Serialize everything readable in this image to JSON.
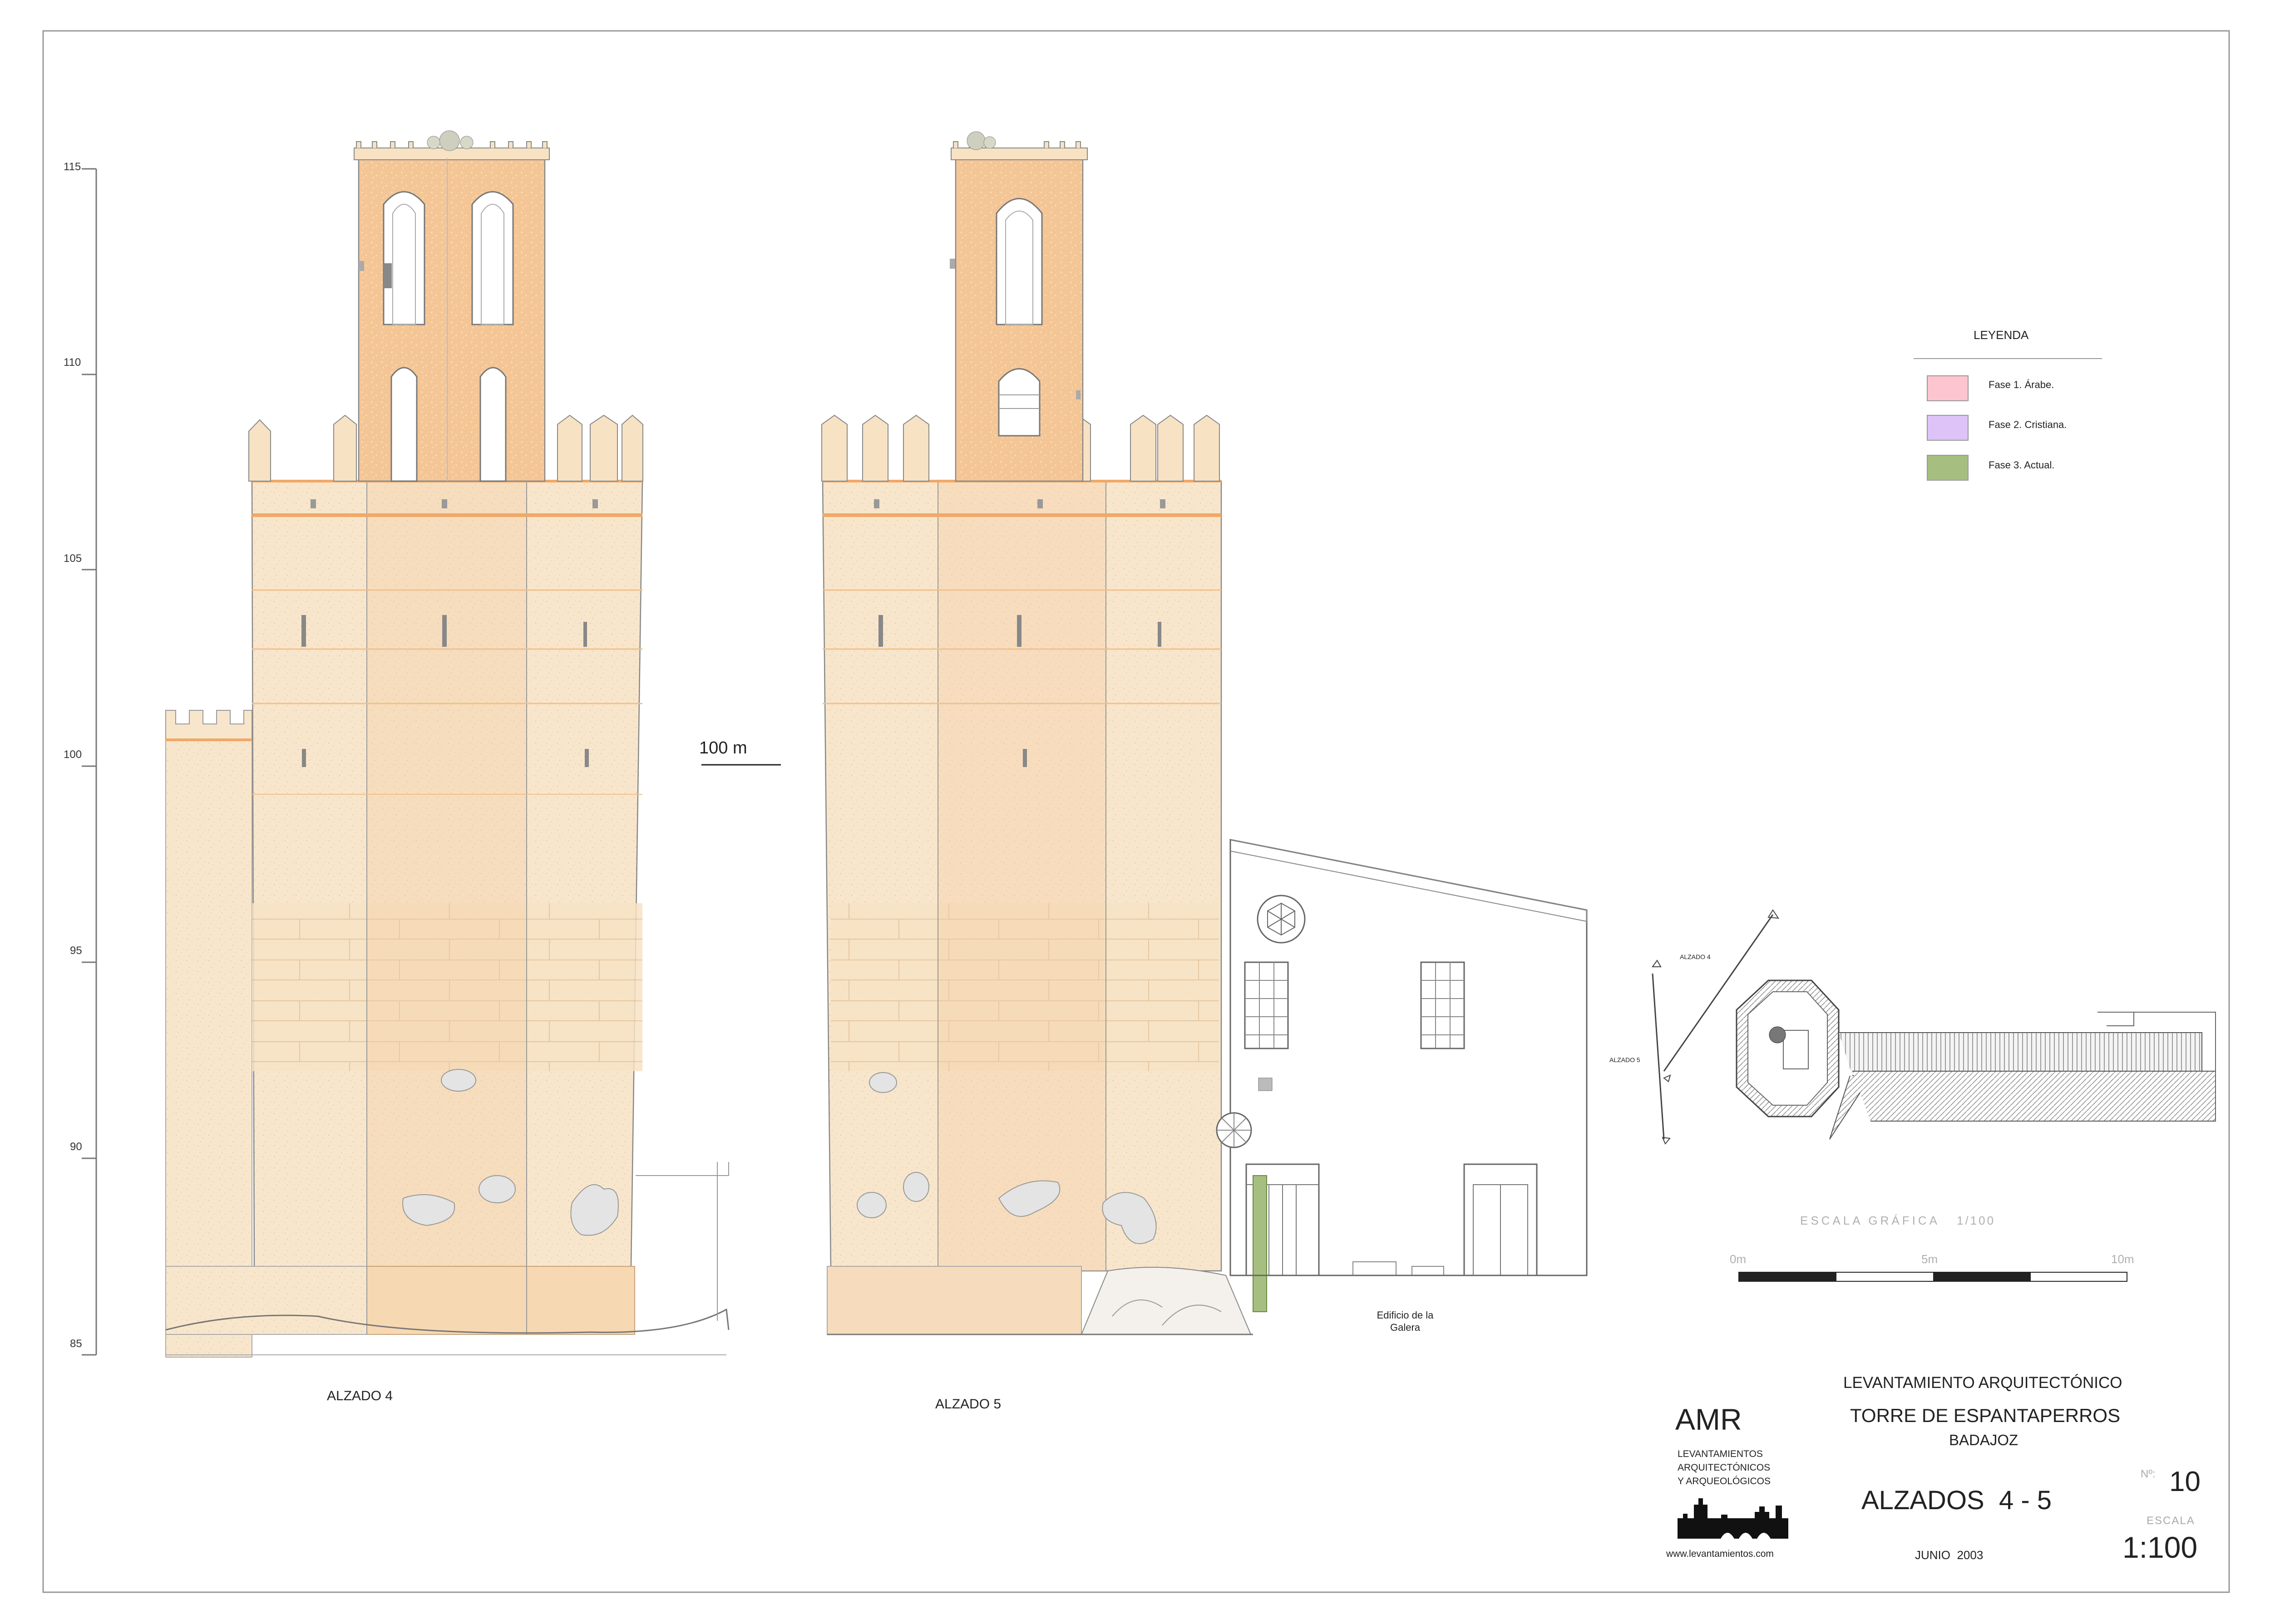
{
  "elevation_axis": {
    "ticks": [
      "115",
      "110",
      "105",
      "100",
      "95",
      "90",
      "85"
    ]
  },
  "reference_mark": "100 m",
  "elevations": [
    {
      "label": "ALZADO 4"
    },
    {
      "label": "ALZADO 5"
    }
  ],
  "building_label": {
    "line1": "Edificio de la",
    "line2": "Galera"
  },
  "legend": {
    "title": "LEYENDA",
    "items": [
      {
        "label": "Fase 1. Árabe.",
        "color": "#fcc5cf"
      },
      {
        "label": "Fase 2. Cristiana.",
        "color": "#ddc3f7"
      },
      {
        "label": "Fase 3. Actual.",
        "color": "#a6bf80"
      }
    ]
  },
  "key_plan": {
    "label_a": "ALZADO 4",
    "label_b": "ALZADO 5"
  },
  "scale_bar": {
    "title": "ESCALA GRÁFICA",
    "ratio": "1/100",
    "labels": [
      "0m",
      "5m",
      "10m"
    ]
  },
  "title_block": {
    "logo_text": "AMR",
    "company_line1": "LEVANTAMIENTOS",
    "company_line2": "ARQUITECTÓNICOS",
    "company_line3": "Y ARQUEOLÓGICOS",
    "website": "www.levantamientos.com",
    "project_type": "LEVANTAMIENTO ARQUITECTÓNICO",
    "monument": "TORRE DE ESPANTAPERROS",
    "city": "BADAJOZ",
    "drawing_title": "ALZADOS  4 - 5",
    "date": "JUNIO  2003",
    "number_label": "Nº:",
    "number": "10",
    "scale_label": "ESCALA",
    "scale": "1:100"
  },
  "colors": {
    "tower_body": "#f8e4c8",
    "tower_top": "#f2c594",
    "accent_line": "#f0a868",
    "ink": "#444444"
  }
}
